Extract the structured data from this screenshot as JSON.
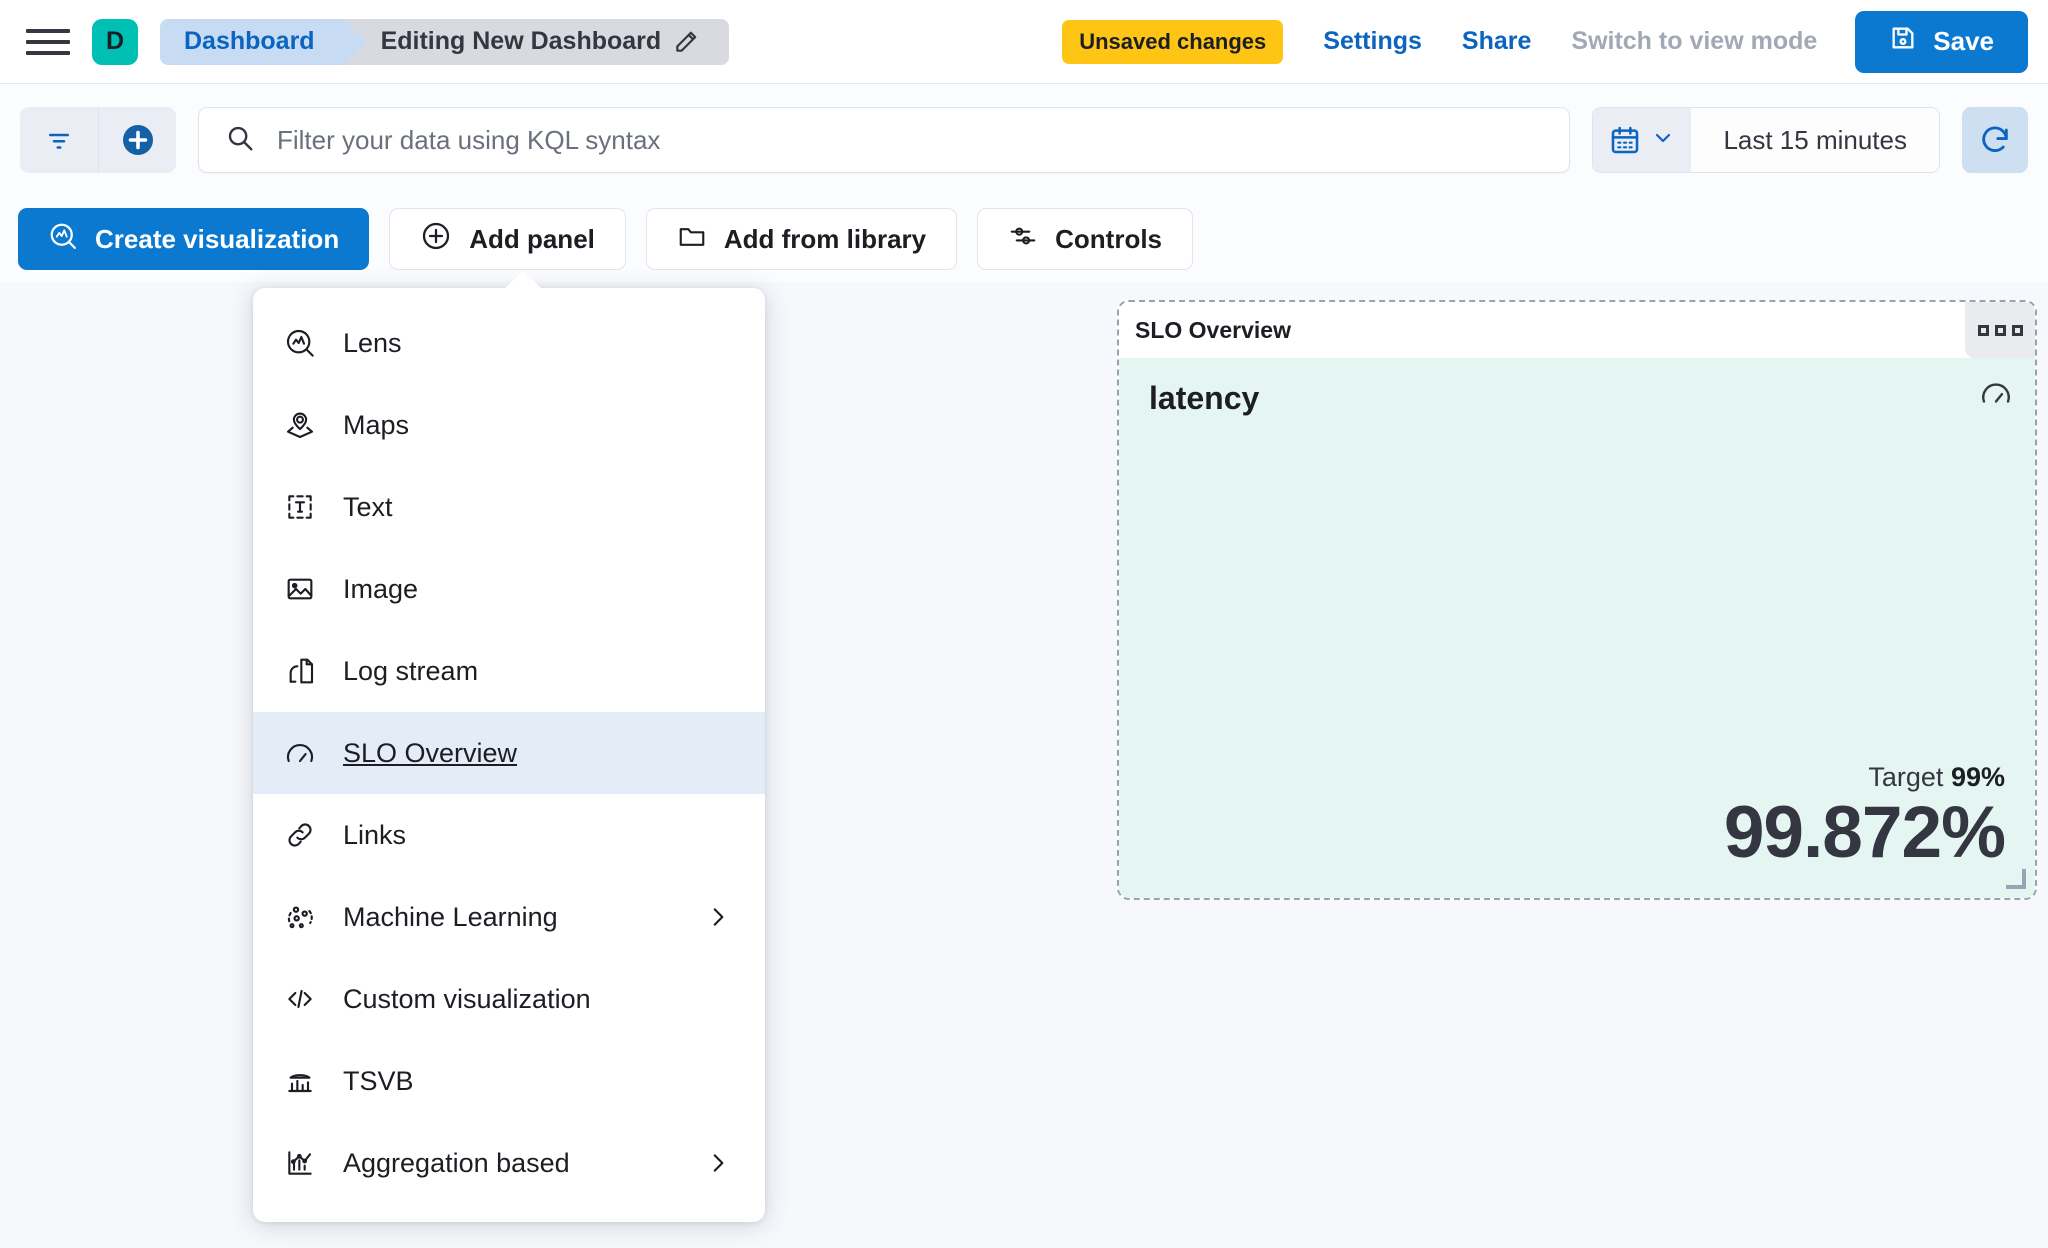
{
  "header": {
    "menu_icon": "hamburger-icon",
    "space_initial": "D",
    "breadcrumb_root": "Dashboard",
    "breadcrumb_current": "Editing New Dashboard",
    "edit_title_icon": "pencil-icon",
    "unsaved_badge": "Unsaved changes",
    "settings_link": "Settings",
    "share_link": "Share",
    "view_mode_link": "Switch to view mode",
    "save_label": "Save",
    "save_icon": "save-disk-icon"
  },
  "query_bar": {
    "filter_icon": "filter-icon",
    "add_filter_icon": "add-circle-icon",
    "search_icon": "search-icon",
    "search_value": "",
    "search_placeholder": "Filter your data using KQL syntax",
    "calendar_icon": "calendar-icon",
    "calendar_caret_icon": "chevron-down-icon",
    "date_range": "Last 15 minutes",
    "refresh_icon": "refresh-icon"
  },
  "toolbar": {
    "create_visualization": "Create visualization",
    "create_visualization_icon": "lens-icon",
    "add_panel": "Add panel",
    "add_panel_icon": "plus-circle-icon",
    "add_from_library": "Add from library",
    "add_from_library_icon": "folder-icon",
    "controls": "Controls",
    "controls_icon": "sliders-icon"
  },
  "add_panel_menu": {
    "items": [
      {
        "label": "Lens",
        "icon": "lens-icon",
        "has_submenu": false,
        "selected": false
      },
      {
        "label": "Maps",
        "icon": "map-pin-icon",
        "has_submenu": false,
        "selected": false
      },
      {
        "label": "Text",
        "icon": "text-box-icon",
        "has_submenu": false,
        "selected": false
      },
      {
        "label": "Image",
        "icon": "image-icon",
        "has_submenu": false,
        "selected": false
      },
      {
        "label": "Log stream",
        "icon": "log-stream-icon",
        "has_submenu": false,
        "selected": false
      },
      {
        "label": "SLO Overview",
        "icon": "gauge-icon",
        "has_submenu": false,
        "selected": true
      },
      {
        "label": "Links",
        "icon": "link-icon",
        "has_submenu": false,
        "selected": false
      },
      {
        "label": "Machine Learning",
        "icon": "ml-icon",
        "has_submenu": true,
        "selected": false
      },
      {
        "label": "Custom visualization",
        "icon": "code-icon",
        "has_submenu": false,
        "selected": false
      },
      {
        "label": "TSVB",
        "icon": "tsvb-icon",
        "has_submenu": false,
        "selected": false
      },
      {
        "label": "Aggregation based",
        "icon": "bar-chart-icon",
        "has_submenu": true,
        "selected": false
      }
    ]
  },
  "slo_panel": {
    "panel_title": "SLO Overview",
    "panel_menu_icon": "context-menu-icon",
    "slo_name": "latency",
    "gauge_icon": "gauge-icon",
    "target_label": "Target",
    "target_value": "99%",
    "sli_value": "99.872%",
    "background_color": "#e4f5f2",
    "resize_handle_icon": "resize-corner-icon"
  }
}
